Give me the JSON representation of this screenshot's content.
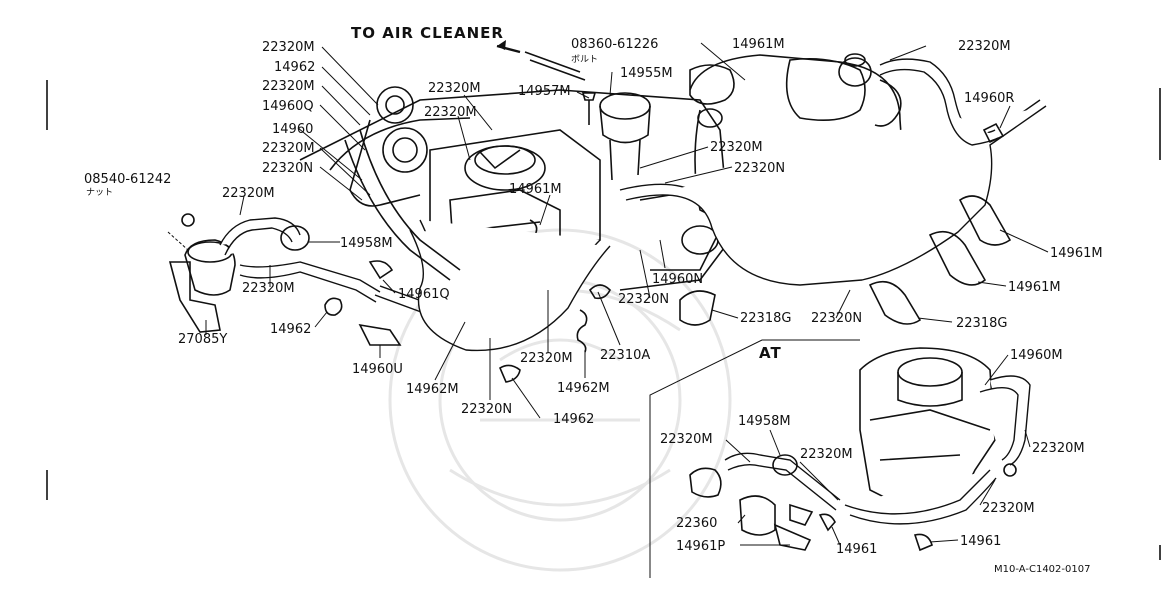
{
  "diagram_code": "M10-A-C1402-0107",
  "air_cleaner_label": "TO AIR CLEANER",
  "at_label": "AT",
  "labels": {
    "p08360": "08360-61226",
    "p08360_sub": "ボルト",
    "p08540": "08540-61242",
    "p08540_sub": "ナット",
    "l01": "22320M",
    "l02": "14962",
    "l03": "22320M",
    "l04": "14960Q",
    "l05": "14960",
    "l06": "22320M",
    "l07": "22320N",
    "l08": "22320M",
    "l09": "22320M",
    "l10": "14957M",
    "l11": "14955M",
    "l12": "14961M",
    "l13": "22320M",
    "l14": "14960R",
    "l15": "22320M",
    "l16": "22320N",
    "l17": "14961M",
    "l18": "22320M",
    "l19": "14958M",
    "l20": "22320M",
    "l21": "27085Y",
    "l22": "14962",
    "l23": "14961Q",
    "l24": "14960U",
    "l25": "14962M",
    "l26": "22320N",
    "l27": "22320M",
    "l28": "14962M",
    "l29": "22310A",
    "l30": "14962",
    "l31": "14960N",
    "l32": "22320N",
    "l33": "22318G",
    "l34": "22320N",
    "l35": "22318G",
    "l36": "14961M",
    "l37": "14961M",
    "l38": "14960M",
    "l39": "22320M",
    "l40": "14958M",
    "l41": "22320M",
    "l42": "22320M",
    "l43": "22360",
    "l44": "14961P",
    "l45": "14961",
    "l46": "22320M",
    "l47": "14961"
  },
  "icons": [
    "engine-drawing",
    "carburetor-drawing",
    "vacuum-hose-drawing",
    "hose-clamp-drawing",
    "vsv-valve-drawing",
    "watermark-emblem"
  ]
}
